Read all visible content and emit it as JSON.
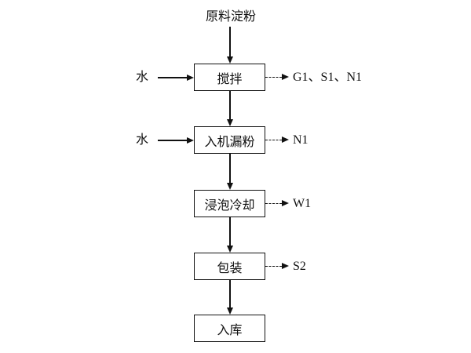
{
  "flowchart": {
    "source": "原料淀粉",
    "nodes": [
      {
        "label": "搅拌"
      },
      {
        "label": "入机漏粉"
      },
      {
        "label": "浸泡冷却"
      },
      {
        "label": "包装"
      },
      {
        "label": "入库"
      }
    ],
    "inputs": [
      {
        "label": "水",
        "target": "搅拌"
      },
      {
        "label": "水",
        "target": "入机漏粉"
      }
    ],
    "outputs": [
      {
        "label": "G1、S1、N1",
        "from": "搅拌"
      },
      {
        "label": "N1",
        "from": "入机漏粉"
      },
      {
        "label": "W1",
        "from": "浸泡冷却"
      },
      {
        "label": "S2",
        "from": "包装"
      }
    ],
    "colors": {
      "line": "#111111",
      "background": "#ffffff"
    }
  }
}
